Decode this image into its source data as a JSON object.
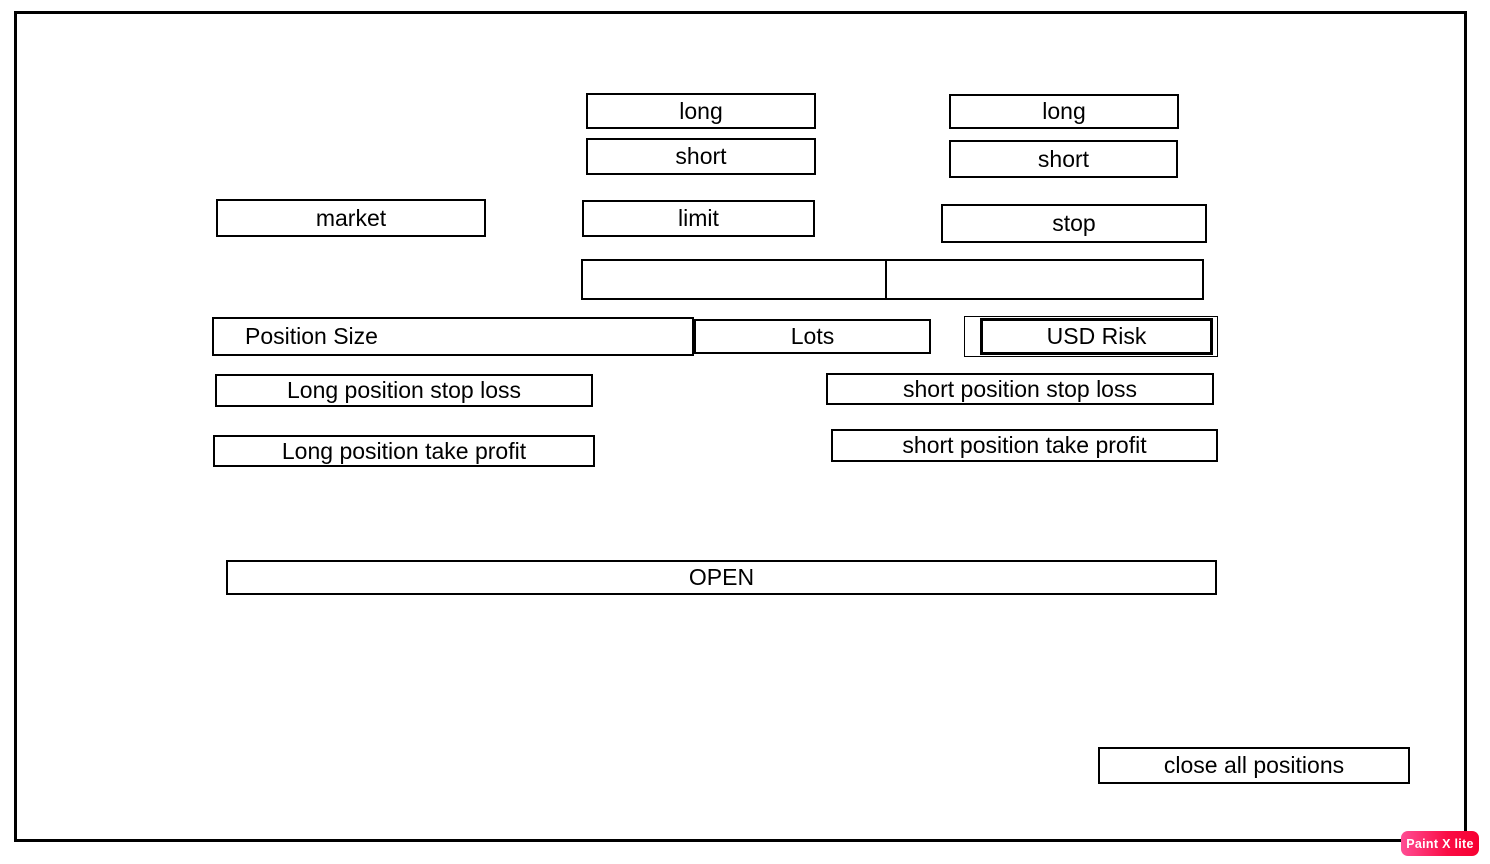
{
  "watermark": {
    "label": "Paint X lite"
  },
  "colors": {
    "ink": "#000000",
    "paper": "#ffffff",
    "watermark_gradient_start": "#ff4d94",
    "watermark_gradient_end": "#f70031",
    "watermark_text": "#ffffff"
  },
  "buttons": {
    "market": "market",
    "limit_long": "long",
    "limit_short": "short",
    "limit": "limit",
    "stop_long": "long",
    "stop_short": "short",
    "stop": "stop",
    "position_size": "Position Size",
    "lots": "Lots",
    "usd_risk": "USD Risk",
    "long_stop_loss": "Long position stop loss",
    "short_stop_loss": "short position stop loss",
    "long_take_profit": "Long position take profit",
    "short_take_profit": "short position take profit",
    "open": "OPEN",
    "close_all": "close all positions"
  },
  "inputs": {
    "price_left": "",
    "price_right": ""
  }
}
